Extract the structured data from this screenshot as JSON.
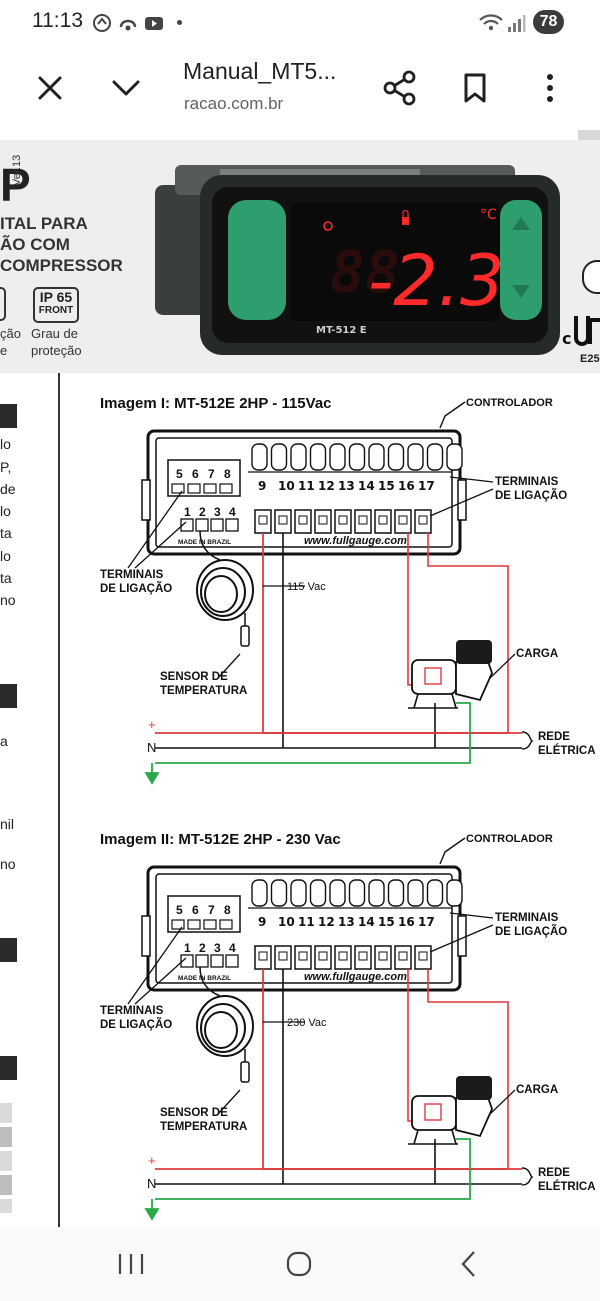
{
  "status_bar": {
    "time": "11:13",
    "battery": "78"
  },
  "browser": {
    "title": "Manual_MT5...",
    "url": "racao.com.br"
  },
  "banner": {
    "model_letter": "P",
    "version": "Ver.13",
    "heading_lines": [
      "ITAL PARA",
      "ÃO COM",
      "COMPRESSOR"
    ],
    "ip_badge": {
      "line1": "IP 65",
      "line2": "FRONT"
    },
    "features": [
      {
        "line1": "ção",
        "line2": "e"
      },
      {
        "line1": "Grau de",
        "line2": "proteção"
      }
    ],
    "display": {
      "reading": "-2.3",
      "unit": "°C",
      "model": "MT-512 E"
    },
    "cert_code": "E25"
  },
  "left_column": {
    "fragments": [
      "lo",
      "P,",
      "de",
      "lo",
      "ta",
      "lo",
      "ta",
      "no",
      "a",
      "nil",
      "no"
    ]
  },
  "diagrams": [
    {
      "title": "Imagem I: MT-512E 2HP - 115Vac",
      "controller_label": "CONTROLADOR",
      "terminals_right": [
        "TERMINAIS",
        "DE LIGAÇÃO"
      ],
      "terminals_left": [
        "TERMINAIS",
        "DE LIGAÇÃO"
      ],
      "top_terminals": [
        "5",
        "6",
        "7",
        "8"
      ],
      "sensor_terminals": [
        "1",
        "2",
        "3",
        "4"
      ],
      "made_in": "MADE IN BRAZIL",
      "numbered_terminals": [
        "9",
        "10",
        "11",
        "12",
        "13",
        "14",
        "15",
        "16",
        "17"
      ],
      "website": "www.fullgauge.com",
      "voltage": "115 Vac",
      "sensor_label": [
        "SENSOR DE",
        "TEMPERATURA"
      ],
      "load_label": "CARGA",
      "grid_label": [
        "REDE",
        "ELÉTRICA"
      ],
      "plus": "+",
      "neutral": "N"
    },
    {
      "title": "Imagem II: MT-512E 2HP - 230 Vac",
      "controller_label": "CONTROLADOR",
      "terminals_right": [
        "TERMINAIS",
        "DE LIGAÇÃO"
      ],
      "terminals_left": [
        "TERMINAIS",
        "DE LIGAÇÃO"
      ],
      "top_terminals": [
        "5",
        "6",
        "7",
        "8"
      ],
      "sensor_terminals": [
        "1",
        "2",
        "3",
        "4"
      ],
      "made_in": "MADE IN BRAZIL",
      "numbered_terminals": [
        "9",
        "10",
        "11",
        "12",
        "13",
        "14",
        "15",
        "16",
        "17"
      ],
      "website": "www.fullgauge.com",
      "voltage": "230 Vac",
      "sensor_label": [
        "SENSOR DE",
        "TEMPERATURA"
      ],
      "load_label": "CARGA",
      "grid_label": [
        "REDE",
        "ELÉTRICA"
      ],
      "plus": "+",
      "neutral": "N"
    }
  ],
  "colors": {
    "live_wire": "#e0393e",
    "ground_wire": "#2aa84a",
    "neutral_wire": "#111111",
    "display_red": "#ff2a2a",
    "device_green": "#2e9e6e"
  },
  "icons": {
    "close": "close-icon",
    "expand": "chevron-down-icon",
    "share": "share-icon",
    "bookmark": "bookmark-icon",
    "menu": "more-vert-icon"
  }
}
